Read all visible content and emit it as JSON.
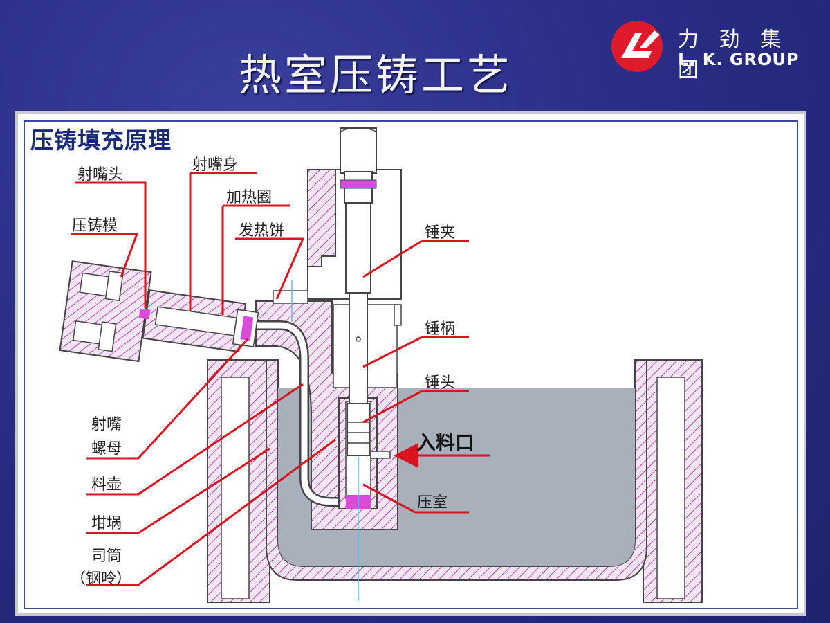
{
  "slide": {
    "title": "热室压铸工艺"
  },
  "logo": {
    "cn": "力 劲 集 团",
    "en": "L. K. GROUP"
  },
  "panel": {
    "title": "压铸填充原理"
  },
  "labels": {
    "nozzle_tip": "射嘴头",
    "nozzle_body": "射嘴身",
    "heater_ring": "加热圈",
    "heater_plate": "发热饼",
    "die": "压铸模",
    "plunger_clamp": "锤夹",
    "plunger_rod": "锤柄",
    "plunger_head": "锤头",
    "inlet": "入料口",
    "chamber": "压室",
    "nozzle_nut_1": "射嘴",
    "nozzle_nut_2": "螺母",
    "gooseneck": "料壶",
    "crucible": "坩埚",
    "sleeve_1": "司筒",
    "sleeve_2": "（钢呤）"
  },
  "colors": {
    "background": "#2a2e86",
    "accent_red": "#d8141e",
    "hatch_pink": "#c040c0",
    "molten_metal": "#a8b0bc",
    "logo_red": "#e01a2b"
  }
}
